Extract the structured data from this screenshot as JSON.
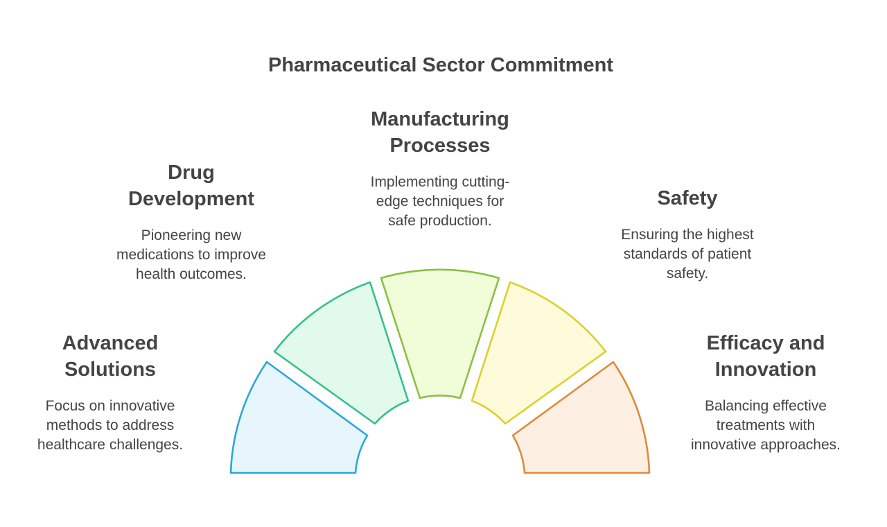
{
  "title": "Pharmaceutical Sector Commitment",
  "segments": [
    {
      "key": "advanced",
      "heading_lines": [
        "Advanced",
        "Solutions"
      ],
      "desc_lines": [
        "Focus on innovative",
        "methods to address",
        "healthcare challenges."
      ],
      "fill": "#e6f6fc",
      "stroke": "#2ba8d6"
    },
    {
      "key": "drug",
      "heading_lines": [
        "Drug",
        "Development"
      ],
      "desc_lines": [
        "Pioneering new",
        "medications to improve",
        "health outcomes."
      ],
      "fill": "#e2faec",
      "stroke": "#36c08a"
    },
    {
      "key": "manufacturing",
      "heading_lines": [
        "Manufacturing",
        "Processes"
      ],
      "desc_lines": [
        "Implementing cutting-",
        "edge techniques for",
        "safe production."
      ],
      "fill": "#f1fcd8",
      "stroke": "#8ac043"
    },
    {
      "key": "safety",
      "heading_lines": [
        "Safety"
      ],
      "desc_lines": [
        "Ensuring the highest",
        "standards of patient",
        "safety."
      ],
      "fill": "#fdfbd9",
      "stroke": "#dcd02c"
    },
    {
      "key": "efficacy",
      "heading_lines": [
        "Efficacy and",
        "Innovation"
      ],
      "desc_lines": [
        "Balancing effective",
        "treatments with",
        "innovative approaches."
      ],
      "fill": "#fdefe2",
      "stroke": "#de8a3b"
    }
  ]
}
